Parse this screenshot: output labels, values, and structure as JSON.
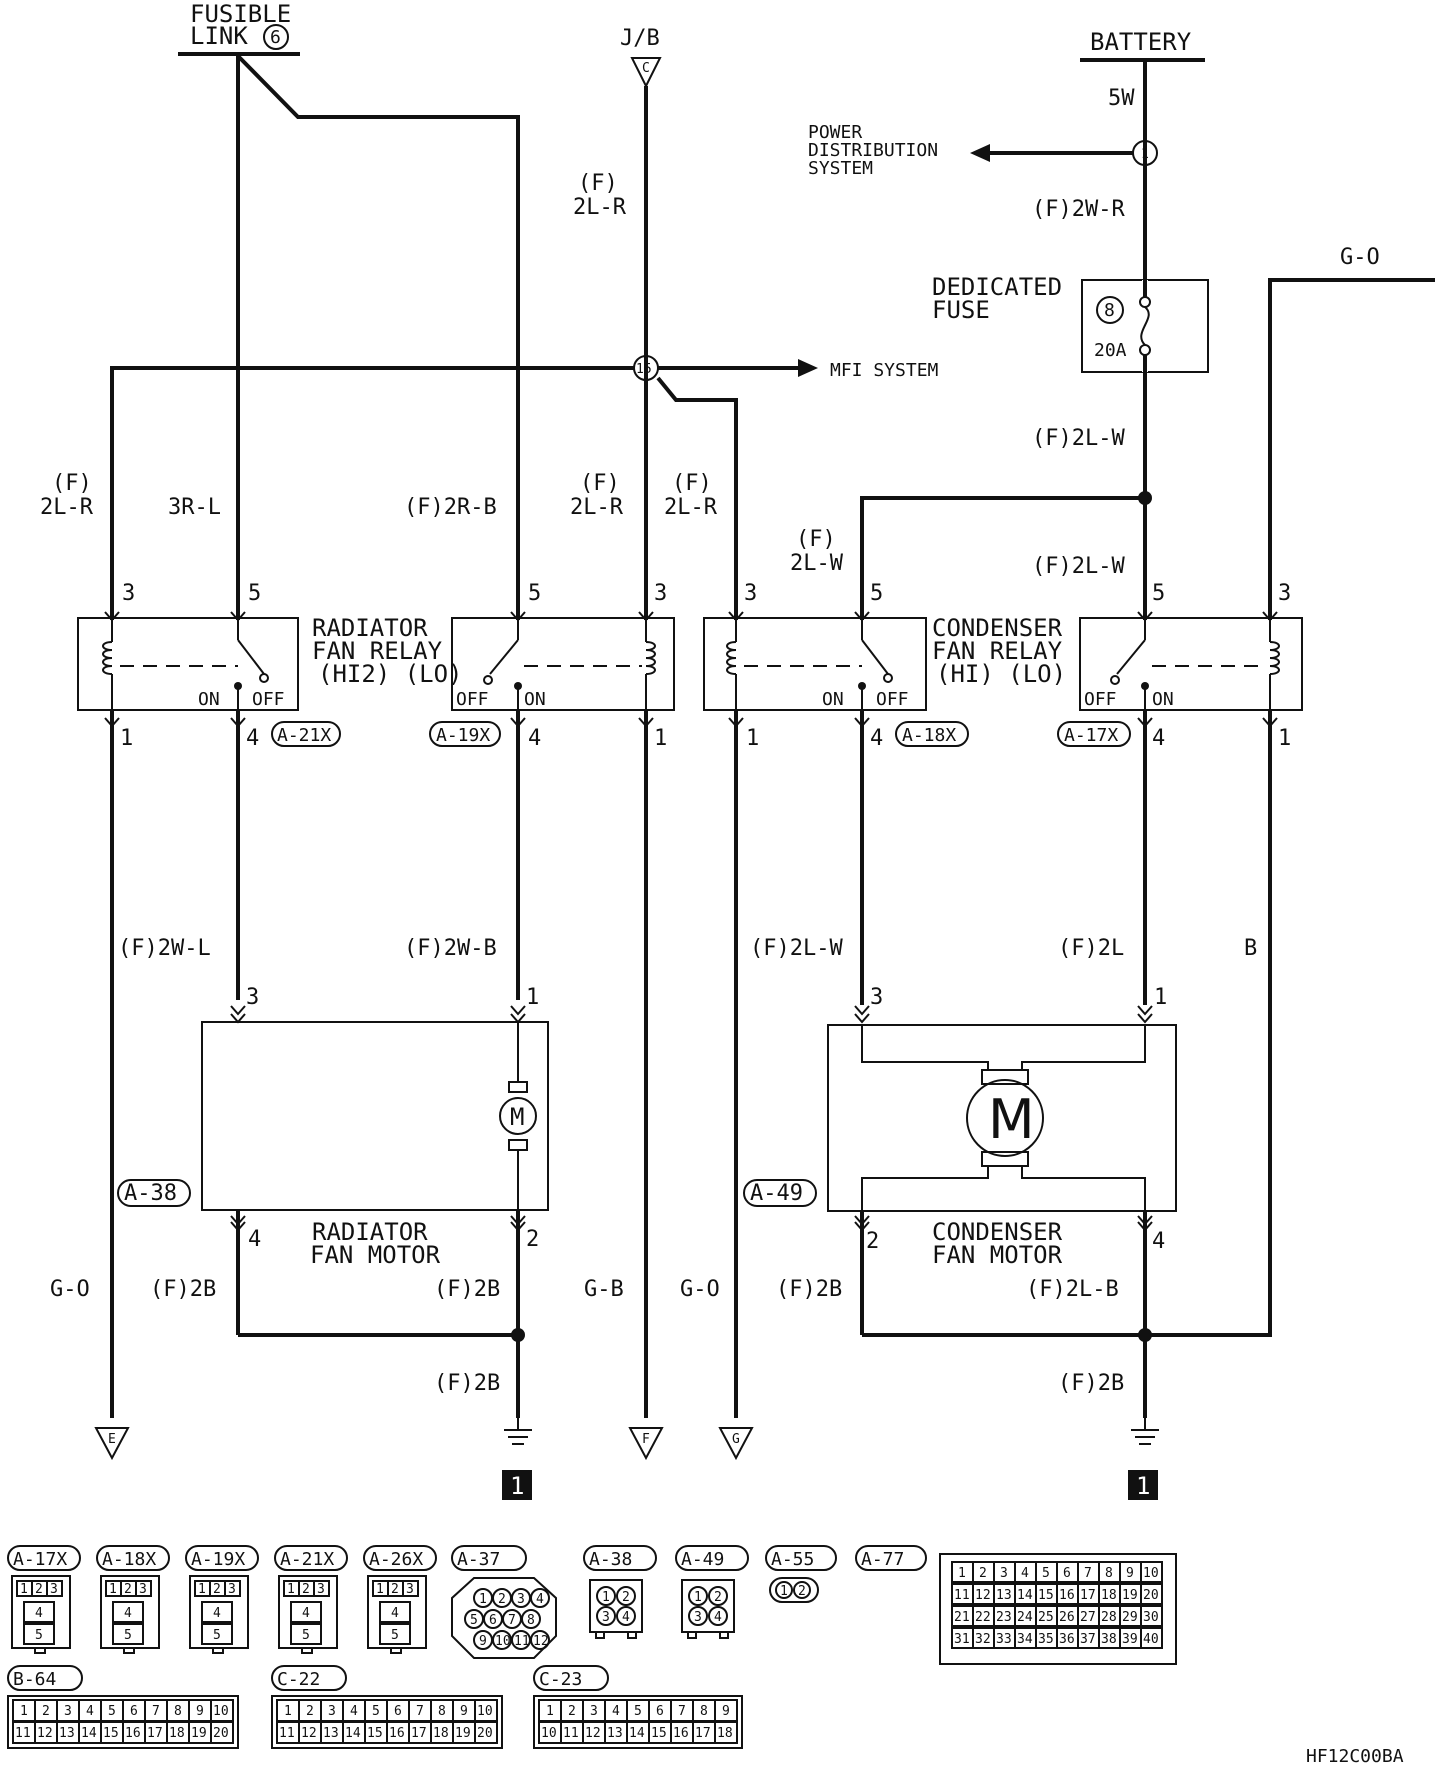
{
  "top": {
    "fusible_link_line1": "FUSIBLE",
    "fusible_link_line2": "LINK",
    "fusible_link_num": "6",
    "jb": "J/B",
    "jb_terminal": "C",
    "battery": "BATTERY",
    "battery_wire": "5W",
    "power_dist_line1": "POWER",
    "power_dist_line2": "DISTRIBUTION",
    "power_dist_line3": "SYSTEM",
    "junction_1": "1",
    "junction_15": "15",
    "mfi_system": "MFI SYSTEM",
    "wire_f_2wr": "(F)2W-R",
    "dedicated_fuse_line1": "DEDICATED",
    "dedicated_fuse_line2": "FUSE",
    "fuse_num": "8",
    "fuse_amp": "20A",
    "go_top": "G-O",
    "wire_f_2lw_upper": "(F)2L-W",
    "wire_f_2lw_mid": "(F)2L-W",
    "jb_wire_f": "(F)",
    "jb_wire": "2L-R"
  },
  "relay_wires": {
    "w1_f": "(F)",
    "w1": "2L-R",
    "w2": "3R-L",
    "w3": "(F)2R-B",
    "w4_f": "(F)",
    "w4": "2L-R",
    "w5_f": "(F)",
    "w5": "2L-R",
    "w6_f": "(F)",
    "w6": "2L-W"
  },
  "radiator_relay": {
    "name_line1": "RADIATOR",
    "name_line2": "FAN RELAY",
    "name_line3": "(HI2) (LO)",
    "on": "ON",
    "off": "OFF",
    "conn_hi": "A-21X",
    "conn_lo": "A-19X",
    "pin3": "3",
    "pin5": "5",
    "pin1": "1",
    "pin4": "4"
  },
  "condenser_relay": {
    "name_line1": "CONDENSER",
    "name_line2": "FAN RELAY",
    "name_line3": "(HI)  (LO)",
    "on": "ON",
    "off": "OFF",
    "conn_hi": "A-18X",
    "conn_lo": "A-17X",
    "pin3": "3",
    "pin5": "5",
    "pin1": "1",
    "pin4": "4"
  },
  "motor_wires": {
    "rad_pin3": "(F)2W-L",
    "rad_pin1": "(F)2W-B",
    "cond_pin3": "(F)2L-W",
    "cond_pin1": "(F)2L",
    "b": "B"
  },
  "radiator_motor": {
    "name_line1": "RADIATOR",
    "name_line2": "FAN MOTOR",
    "conn": "A-38",
    "m": "M",
    "pin3": "3",
    "pin1": "1",
    "pin4": "4",
    "pin2": "2"
  },
  "condenser_motor": {
    "name_line1": "CONDENSER",
    "name_line2": "FAN MOTOR",
    "conn": "A-49",
    "m": "M",
    "pin3": "3",
    "pin1": "1",
    "pin2": "2",
    "pin4": "4"
  },
  "bottom_wires": {
    "go1": "G-O",
    "f2b_1": "(F)2B",
    "f2b_2": "(F)2B",
    "gb": "G-B",
    "go2": "G-O",
    "f2b_3": "(F)2B",
    "f2lb": "(F)2L-B",
    "f2b_ground_l": "(F)2B",
    "f2b_ground_r": "(F)2B"
  },
  "terminals": {
    "e": "E",
    "f": "F",
    "g": "G",
    "ground_1": "1",
    "ground_2": "1"
  },
  "connectors": {
    "a17x": "A-17X",
    "a18x": "A-18X",
    "a19x": "A-19X",
    "a21x": "A-21X",
    "a26x": "A-26X",
    "a37": "A-37",
    "a38": "A-38",
    "a49": "A-49",
    "a55": "A-55",
    "a77": "A-77",
    "b64": "B-64",
    "c22": "C-22",
    "c23": "C-23",
    "relay_pins": [
      "1",
      "2",
      "3",
      "4",
      "5"
    ],
    "a37_pins": [
      "1",
      "2",
      "3",
      "4",
      "5",
      "6",
      "7",
      "8",
      "9",
      "10",
      "11",
      "12"
    ],
    "quad_pins": [
      "1",
      "2",
      "3",
      "4"
    ],
    "a55_pins": [
      "1",
      "2"
    ],
    "a77_pins": [
      "1",
      "2",
      "3",
      "4",
      "5",
      "6",
      "7",
      "8",
      "9",
      "10",
      "11",
      "12",
      "13",
      "14",
      "15",
      "16",
      "17",
      "18",
      "19",
      "20",
      "21",
      "22",
      "23",
      "24",
      "25",
      "26",
      "27",
      "28",
      "29",
      "30",
      "31",
      "32",
      "33",
      "34",
      "35",
      "36",
      "37",
      "38",
      "39",
      "40"
    ],
    "b64_pins": [
      "1",
      "2",
      "3",
      "4",
      "5",
      "6",
      "7",
      "8",
      "9",
      "10",
      "11",
      "12",
      "13",
      "14",
      "15",
      "16",
      "17",
      "18",
      "19",
      "20"
    ],
    "c23_pins": [
      "1",
      "2",
      "3",
      "4",
      "5",
      "6",
      "7",
      "8",
      "9",
      "10",
      "11",
      "12",
      "13",
      "14",
      "15",
      "16",
      "17",
      "18"
    ]
  },
  "doc_code": "HF12C00BA"
}
